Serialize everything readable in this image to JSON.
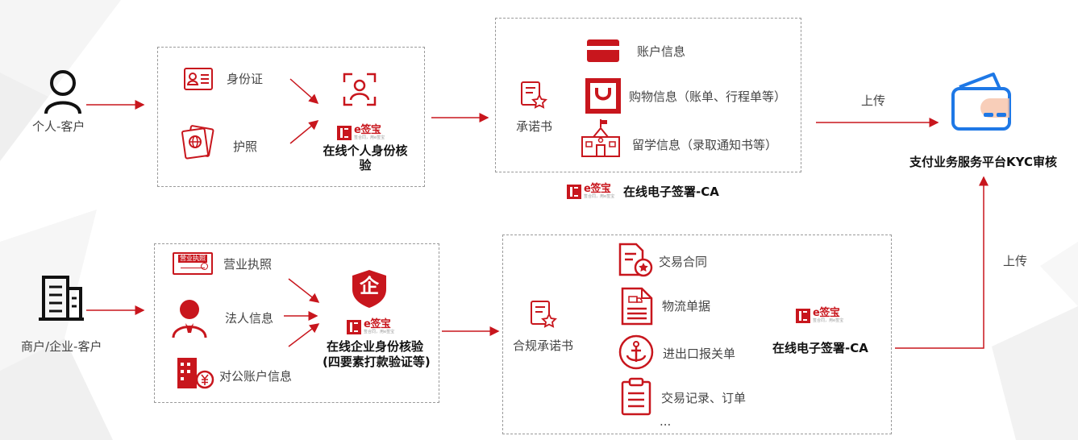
{
  "colors": {
    "accent": "#c8161d",
    "blue": "#1e78e6",
    "text": "#444444"
  },
  "brand": {
    "name": "e签宝",
    "tagline": "签合同，用e签宝"
  },
  "top": {
    "customer_label": "个人-客户",
    "id_card_label": "身份证",
    "passport_label": "护照",
    "verify_label": "在线个人身份核验",
    "commitment_label": "承诺书",
    "account_info_label": "账户信息",
    "shopping_info_label": "购物信息（账单、行程单等）",
    "study_info_label": "留学信息（录取通知书等）",
    "ca_label": "在线电子签署-CA",
    "upload_label": "上传"
  },
  "target": {
    "label": "支付业务服务平台KYC审核"
  },
  "bottom": {
    "customer_label": "商户/企业-客户",
    "license_label": "营业执照",
    "license_icon_text": "营业执照",
    "legal_person_label": "法人信息",
    "corp_account_label": "对公账户信息",
    "enterprise_icon_text": "企",
    "verify_label_line1": "在线企业身份核验",
    "verify_label_line2": "(四要素打款验证等)",
    "commitment_label": "合规承诺书",
    "contract_label": "交易合同",
    "logistics_label": "物流单据",
    "customs_label": "进出口报关单",
    "records_label": "交易记录、订单",
    "more_label": "...",
    "ca_label": "在线电子签署-CA",
    "upload_label": "上传"
  }
}
